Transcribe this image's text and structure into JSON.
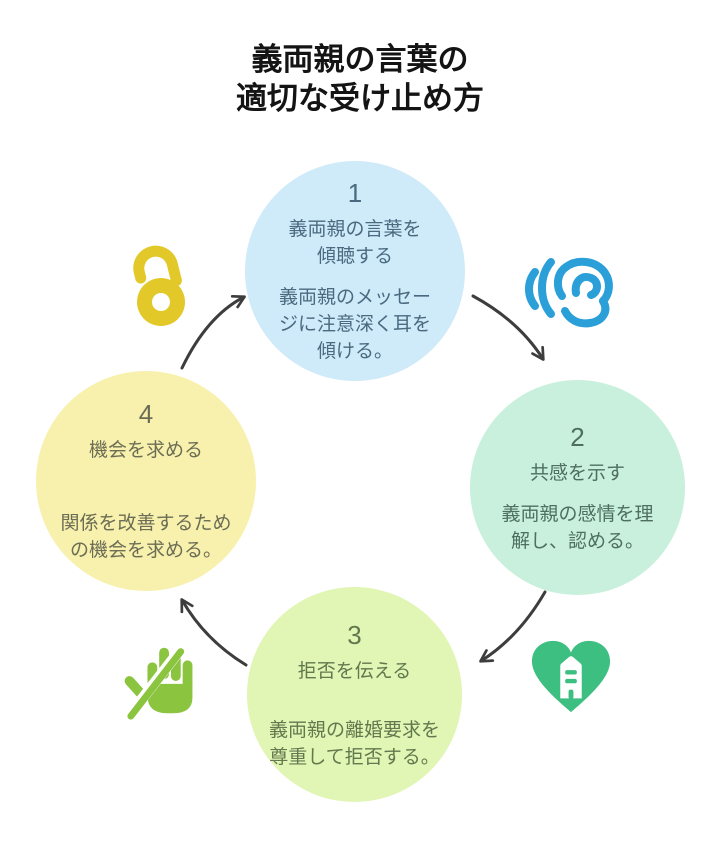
{
  "title": {
    "text": "義両親の言葉の\n適切な受け止め方"
  },
  "steps": [
    {
      "number": "1",
      "heading": "義両親の言葉を\n傾聴する",
      "body": "義両親のメッセー\nジに注意深く耳を\n傾ける。",
      "circle_color": "#cfeaf8",
      "text_color": "#4a6a80",
      "icon": "open-lock-icon",
      "icon_color": "#e2c829"
    },
    {
      "number": "2",
      "heading": "共感を示す",
      "body": "義両親の感情を理\n解し、認める。",
      "circle_color": "#c8f0dc",
      "text_color": "#4e6f60",
      "icon": "listening-ear-icon",
      "icon_color": "#2a9fd8"
    },
    {
      "number": "3",
      "heading": "拒否を伝える",
      "body": "義両親の離婚要求を\n尊重して拒否する。",
      "circle_color": "#e1f5b4",
      "text_color": "#62784e",
      "icon": "heart-lock-icon",
      "icon_color": "#3dbf82"
    },
    {
      "number": "4",
      "heading": "機会を求める",
      "body": "関係を改善するため\nの機会を求める。",
      "circle_color": "#f8f1ad",
      "text_color": "#6c6d55",
      "icon": "hand-stop-icon",
      "icon_color": "#8bc43e"
    }
  ],
  "arrows": {
    "color": "#3d3d3d"
  }
}
